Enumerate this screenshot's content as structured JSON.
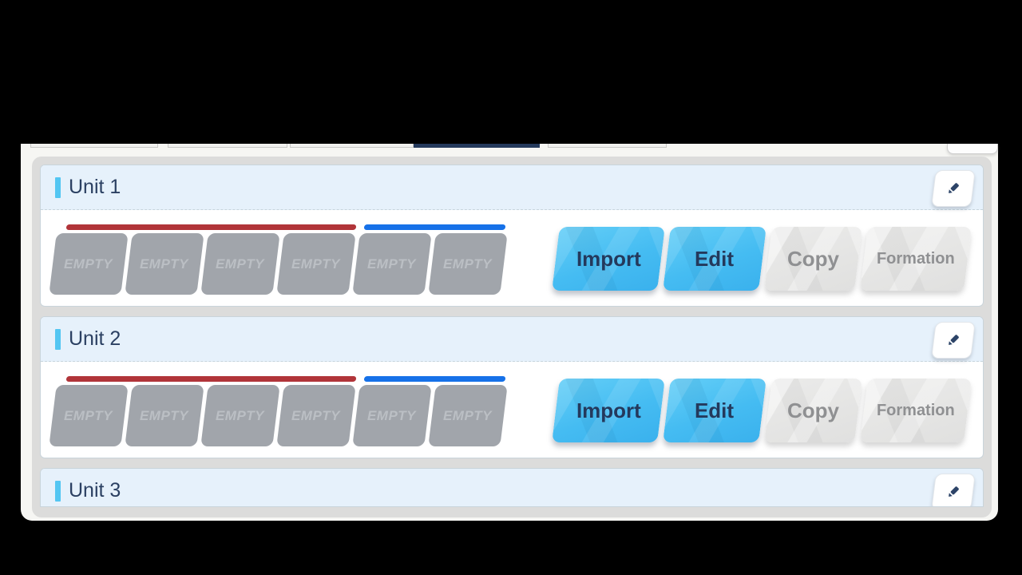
{
  "colors": {
    "accent_cyan": "#53c6f2",
    "title_navy": "#2b4062",
    "bar_red": "#b13439",
    "bar_blue": "#1671e8",
    "button_blue": "#45bcf2",
    "button_gray": "#e4e4e3",
    "slot_gray": "#a1a5ab",
    "selected_tab_navy": "#24395b"
  },
  "units": [
    {
      "title": "Unit 1",
      "slots": [
        "EMPTY",
        "EMPTY",
        "EMPTY",
        "EMPTY",
        "EMPTY",
        "EMPTY"
      ]
    },
    {
      "title": "Unit 2",
      "slots": [
        "EMPTY",
        "EMPTY",
        "EMPTY",
        "EMPTY",
        "EMPTY",
        "EMPTY"
      ]
    },
    {
      "title": "Unit 3"
    }
  ],
  "actions": {
    "import": "Import",
    "edit": "Edit",
    "copy": "Copy",
    "formation": "Formation"
  }
}
